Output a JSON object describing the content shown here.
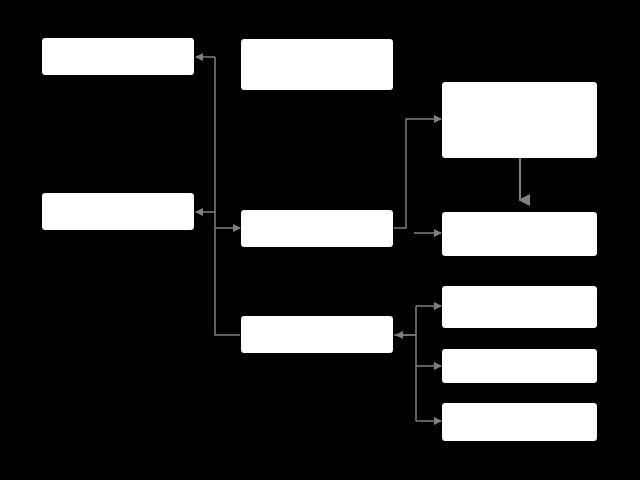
{
  "canvas": {
    "background": "#000000"
  },
  "colors": {
    "node_fill": "#ffffff",
    "connector": "#808080"
  },
  "nodes": [
    {
      "id": "node-1",
      "label": ""
    },
    {
      "id": "node-2",
      "label": ""
    },
    {
      "id": "node-3",
      "label": ""
    },
    {
      "id": "node-4",
      "label": ""
    },
    {
      "id": "node-5",
      "label": ""
    },
    {
      "id": "node-6",
      "label": ""
    },
    {
      "id": "node-7",
      "label": ""
    },
    {
      "id": "node-8",
      "label": ""
    },
    {
      "id": "node-9",
      "label": ""
    },
    {
      "id": "node-10",
      "label": ""
    }
  ],
  "edges": [
    {
      "from": "node-4",
      "to": "node-1"
    },
    {
      "from": "node-4",
      "to": "node-2"
    },
    {
      "from": "node-4",
      "to": "node-5"
    },
    {
      "from": "node-4",
      "to": "node-6"
    },
    {
      "from": "node-4",
      "to": "node-7"
    },
    {
      "from": "node-6",
      "to": "node-7"
    },
    {
      "from": "node-5",
      "to": "node-8"
    },
    {
      "from": "node-5",
      "to": "node-9"
    },
    {
      "from": "node-5",
      "to": "node-10"
    }
  ]
}
